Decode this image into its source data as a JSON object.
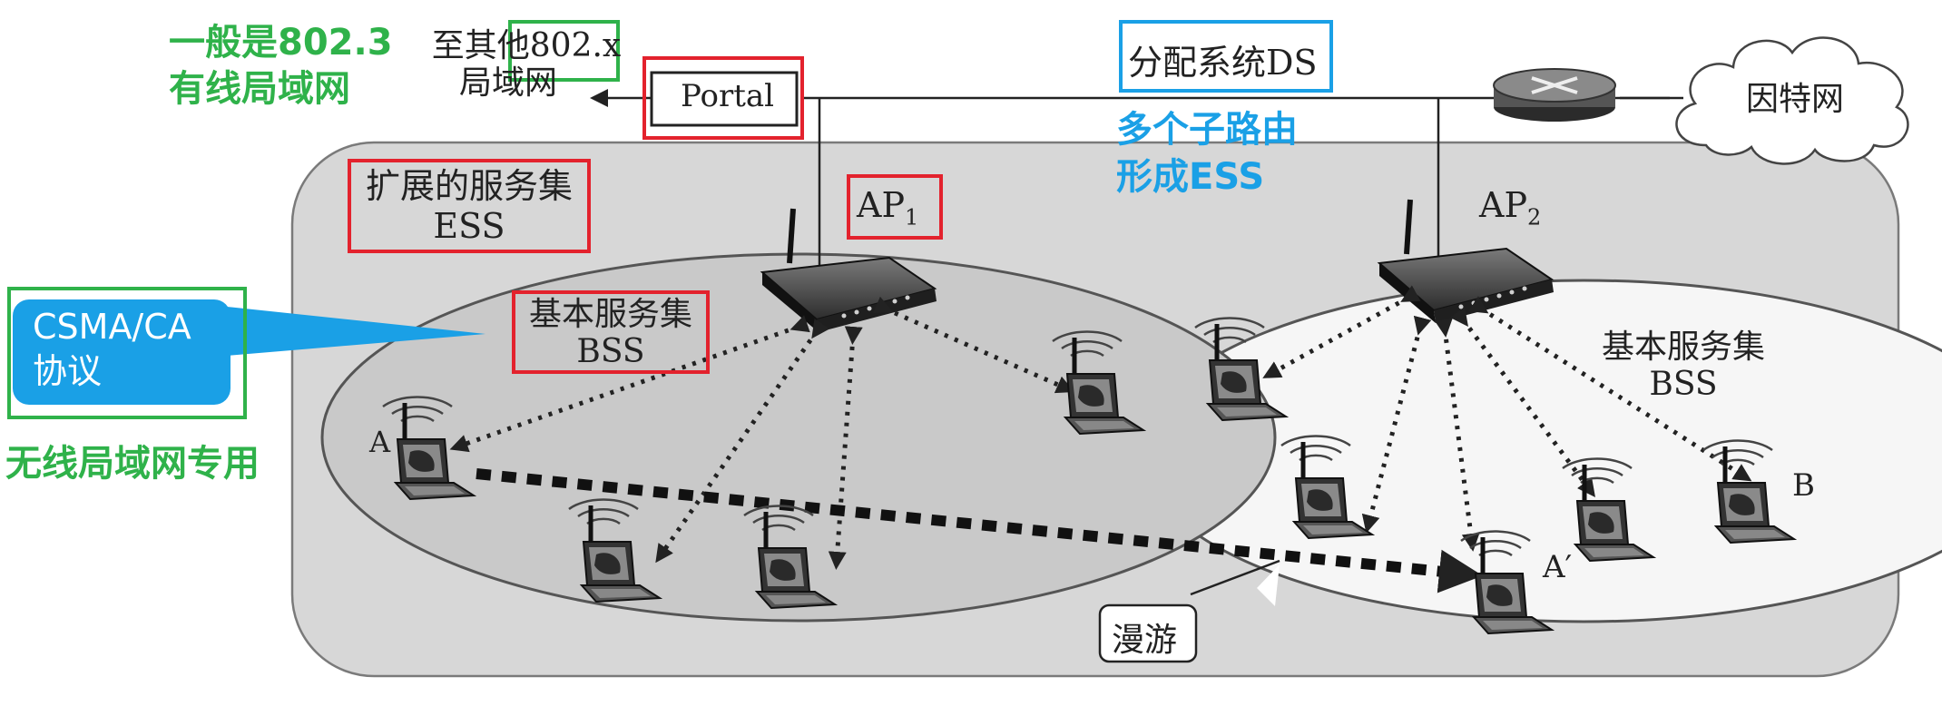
{
  "labels": {
    "to_other_lan_line1": "至其他802.x",
    "to_other_lan_line2": "局域网",
    "portal": "Portal",
    "ds": "分配系统DS",
    "internet": "因特网",
    "ess_line1": "扩展的服务集",
    "ess_line2": "ESS",
    "ap1_main": "AP",
    "ap1_sub": "1",
    "ap2_main": "AP",
    "ap2_sub": "2",
    "bss1_line1": "基本服务集",
    "bss1_line2": "BSS",
    "bss2_line1": "基本服务集",
    "bss2_line2": "BSS",
    "station_a": "A",
    "station_a_prime": "A′",
    "station_b": "B",
    "roaming": "漫游"
  },
  "annotations": {
    "wired_lan_line1": "一般是802.3",
    "wired_lan_line2": "有线局域网",
    "multi_router_line1": "多个子路由",
    "multi_router_line2": "形成ESS",
    "csma_line1": "CSMA/CA",
    "csma_line2": "协议",
    "wireless_only": "无线局域网专用"
  },
  "colors": {
    "red": "#e3222d",
    "green": "#2fb24a",
    "blue": "#1aa0e6",
    "ess_fill": "#d7d7d7",
    "bss1_fill": "#c9c9c9",
    "bss2_fill": "#f6f6f6"
  }
}
